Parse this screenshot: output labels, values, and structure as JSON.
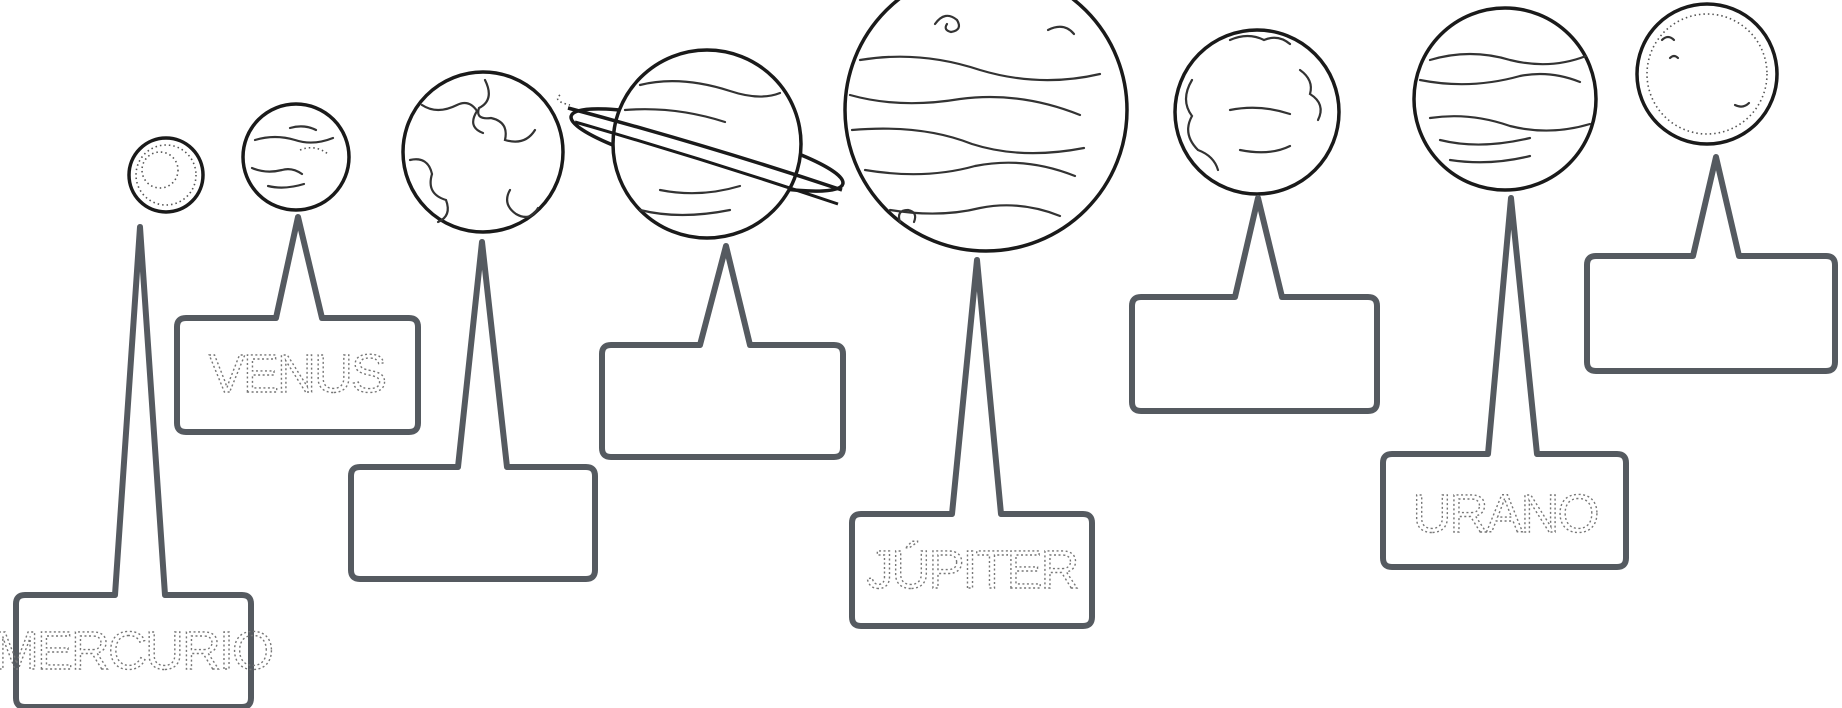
{
  "worksheet": {
    "labels": {
      "mercury": "MERCURIO",
      "venus": "VENUS",
      "earth": "",
      "saturn": "",
      "jupiter": "JÚPITER",
      "mars": "",
      "uranus": "URANO",
      "neptune": ""
    }
  }
}
